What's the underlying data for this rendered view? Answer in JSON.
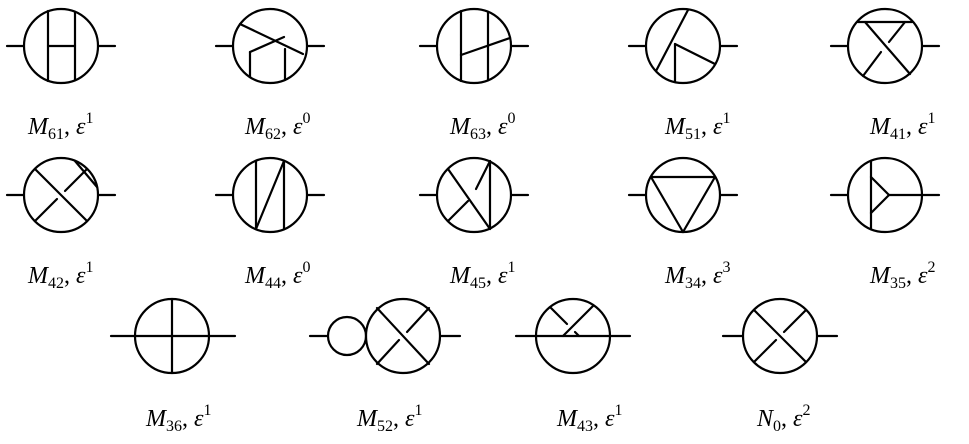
{
  "diagrams": [
    {
      "id": "M61",
      "letter": "M",
      "index": "61",
      "order": "1"
    },
    {
      "id": "M62",
      "letter": "M",
      "index": "62",
      "order": "0"
    },
    {
      "id": "M63",
      "letter": "M",
      "index": "63",
      "order": "0"
    },
    {
      "id": "M51",
      "letter": "M",
      "index": "51",
      "order": "1"
    },
    {
      "id": "M41",
      "letter": "M",
      "index": "41",
      "order": "1"
    },
    {
      "id": "M42",
      "letter": "M",
      "index": "42",
      "order": "1"
    },
    {
      "id": "M44",
      "letter": "M",
      "index": "44",
      "order": "0"
    },
    {
      "id": "M45",
      "letter": "M",
      "index": "45",
      "order": "1"
    },
    {
      "id": "M34",
      "letter": "M",
      "index": "34",
      "order": "3"
    },
    {
      "id": "M35",
      "letter": "M",
      "index": "35",
      "order": "2"
    },
    {
      "id": "M36",
      "letter": "M",
      "index": "36",
      "order": "1"
    },
    {
      "id": "M52",
      "letter": "M",
      "index": "52",
      "order": "1"
    },
    {
      "id": "M43",
      "letter": "M",
      "index": "43",
      "order": "1"
    },
    {
      "id": "N0",
      "letter": "N",
      "index": "0",
      "order": "2"
    }
  ],
  "epsilon_symbol": "ε",
  "separator": ", "
}
